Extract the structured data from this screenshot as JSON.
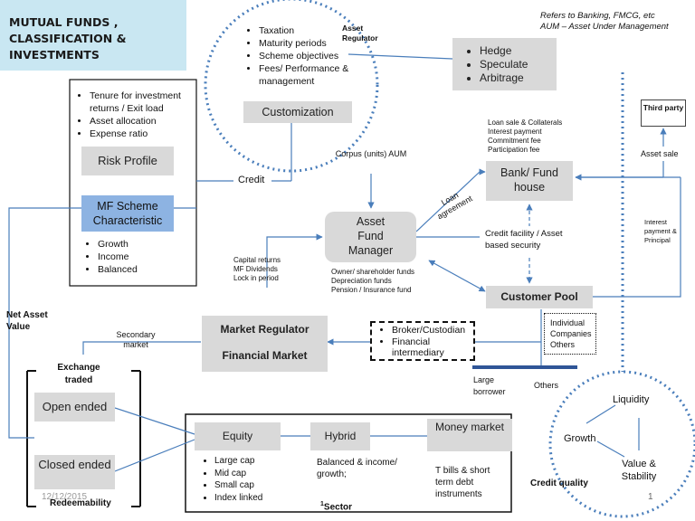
{
  "title": "MUTUAL FUNDS , CLASSIFICATION & INVESTMENTS",
  "notes": {
    "line1": "Refers to  Banking, FMCG, etc",
    "line2": "AUM – Asset Under Management"
  },
  "regulator_circle": {
    "items": [
      "Taxation",
      "Maturity periods",
      "Scheme objectives",
      "Fees/ Performance & management"
    ],
    "asset_regulator_label": "Asset Regulator",
    "customization": "Customization"
  },
  "hedge_box": [
    "Hedge",
    "Speculate",
    "Arbitrage"
  ],
  "third_party": "Third party",
  "asset_sale": "Asset sale",
  "left_panel": {
    "items": [
      "Tenure for investment returns / Exit load",
      "Asset allocation",
      "Expense ratio"
    ],
    "risk_profile": "Risk Profile",
    "mf_scheme": "MF Scheme Characteristic",
    "types": [
      "Growth",
      "Income",
      "Balanced"
    ]
  },
  "credit": "Credit",
  "corpus": "Corpus (units) AUM",
  "bank_notes": [
    "Loan sale  & Collaterals",
    "Interest payment",
    "Commitment fee",
    "Participation fee"
  ],
  "bank_fund_house": "Bank/ Fund house",
  "loan_agreement": "Loan agreement",
  "asset_fund_manager": "Asset Fund Manager",
  "credit_facility": "Credit facility / Asset based security",
  "interest_payment": "Interest payment & Principal",
  "capital_returns": [
    "Capital returns",
    "MF Dividends",
    "Lock in period"
  ],
  "owner_funds": [
    "Owner/ shareholder funds",
    "Depreciation funds",
    "Pension / Insurance fund"
  ],
  "customer_pool": "Customer Pool",
  "net_asset_value": "Net Asset Value",
  "market_regulator": "Market Regulator",
  "financial_market": "Financial Market",
  "secondary_market": "Secondary market",
  "broker_box": [
    "Broker/Custodian",
    "Financial intermediary"
  ],
  "individual_box": [
    "Individual",
    "Companies",
    "Others"
  ],
  "large_borrower": "Large borrower",
  "others": "Others",
  "exchange_traded": "Exchange traded",
  "open_ended": "Open ended",
  "closed_ended": "Closed ended",
  "redeemability": "Redeemability",
  "date": "12/12/2015",
  "page_number": "1",
  "sector": {
    "superscript": "1",
    "label": "Sector",
    "equity": "Equity",
    "equity_items": [
      "Large cap",
      "Mid cap",
      "Small cap",
      "Index linked"
    ],
    "hybrid": "Hybrid",
    "hybrid_desc": "Balanced & income/ growth;",
    "money_market": "Money market",
    "money_desc": "T bills & short term debt instruments"
  },
  "credit_quality_circle": {
    "liquidity": "Liquidity",
    "growth": "Growth",
    "value_stability": "Value & Stability",
    "credit_quality": "Credit quality"
  },
  "colors": {
    "title_bg": "#c9e7f2",
    "box_gray": "#d9d9d9",
    "scheme_blue": "#8db3e2",
    "line_blue": "#4a7ebb"
  }
}
